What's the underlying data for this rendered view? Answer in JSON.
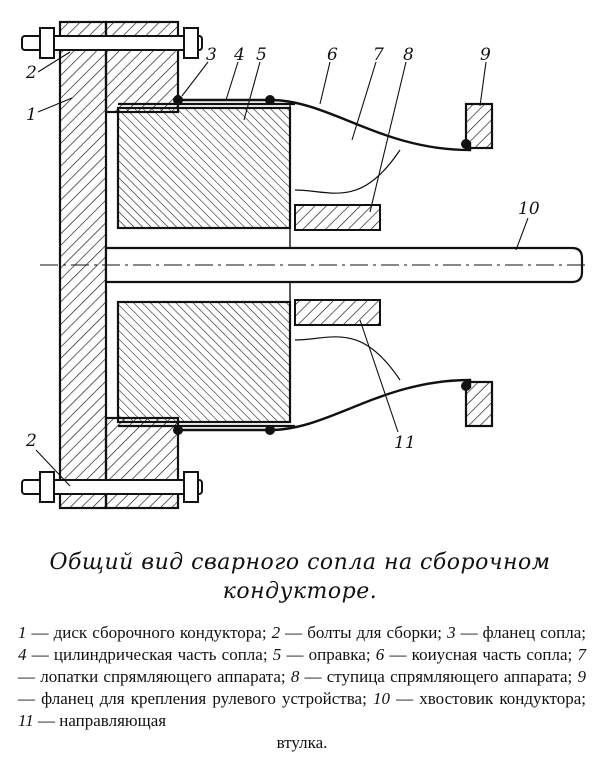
{
  "figure": {
    "labels": [
      "1",
      "2",
      "3",
      "4",
      "5",
      "6",
      "7",
      "8",
      "9",
      "10",
      "11",
      "2"
    ]
  },
  "caption": {
    "line1": "Общий вид сварного сопла на сборочном",
    "line2": "кондукторе."
  },
  "legend": {
    "n1": "1",
    "t1": " — диск сборочного кондуктора; ",
    "n2": "2",
    "t2": " — болты для сборки; ",
    "n3": "3",
    "t3": " — фланец сопла; ",
    "n4": "4",
    "t4": " — цилиндрическая часть сопла; ",
    "n5": "5",
    "t5": " — оправка; ",
    "n6": "6",
    "t6": " — коиусная часть сопла; ",
    "n7": "7",
    "t7": " — лопатки спрямляющего аппарата; ",
    "n8": "8",
    "t8": " — ступица спрямляющего аппарата; ",
    "n9": "9",
    "t9": " — фланец для крепления рулевого устройства; ",
    "n10": "10",
    "t10": " — хвостовик кондуктора; ",
    "n11": "11",
    "t11": " — направляющая",
    "last": "втулка."
  }
}
